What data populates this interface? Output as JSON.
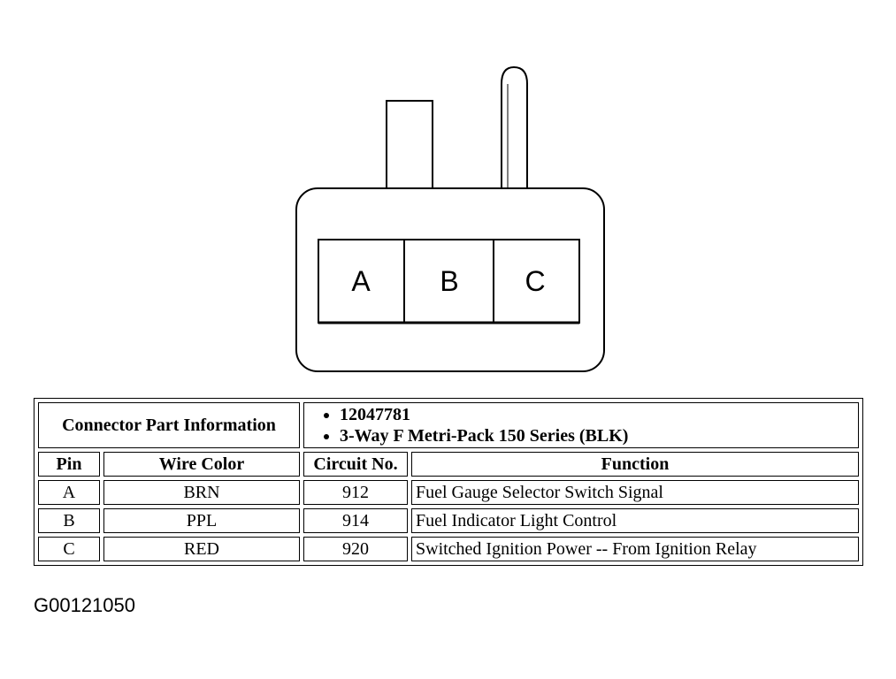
{
  "connector": {
    "pins": [
      "A",
      "B",
      "C"
    ]
  },
  "table": {
    "part_info_label": "Connector Part Information",
    "part_info_items": [
      "12047781",
      "3-Way F Metri-Pack 150 Series (BLK)"
    ],
    "headers": {
      "pin": "Pin",
      "wire_color": "Wire Color",
      "circuit_no": "Circuit No.",
      "function": "Function"
    },
    "rows": [
      {
        "pin": "A",
        "wire_color": "BRN",
        "circuit_no": "912",
        "function": "Fuel Gauge Selector Switch Signal"
      },
      {
        "pin": "B",
        "wire_color": "PPL",
        "circuit_no": "914",
        "function": "Fuel Indicator Light Control"
      },
      {
        "pin": "C",
        "wire_color": "RED",
        "circuit_no": "920",
        "function": "Switched Ignition Power -- From Ignition Relay"
      }
    ]
  },
  "figure_id": "G00121050"
}
